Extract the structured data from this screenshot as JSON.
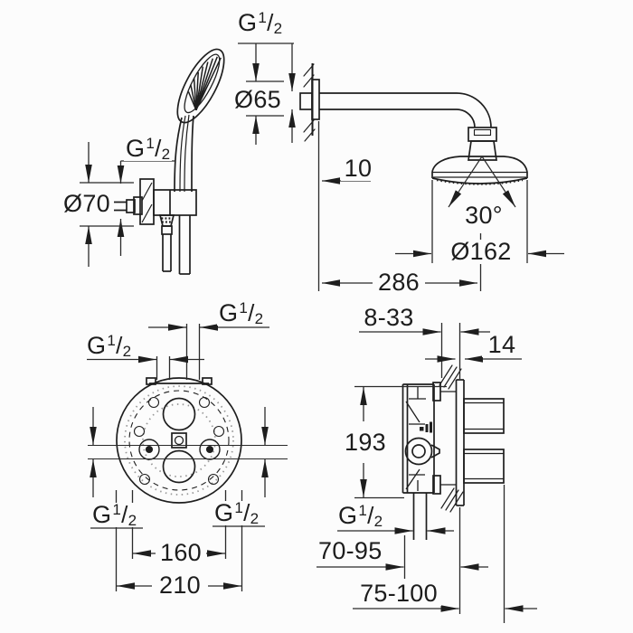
{
  "colors": {
    "line": "#1e1e1e",
    "dimension_line": "#2a2a2a",
    "background": "#fcfcfc"
  },
  "g_half": {
    "base": "G",
    "numerator": "1",
    "slash": "/",
    "denominator": "2"
  },
  "hand_shower_view": {
    "escutcheon_diameter": "Ø70"
  },
  "head_shower_view": {
    "flange_diameter": "Ø65",
    "wall_offset": "10",
    "swivel_angle": "30°",
    "head_diameter": "Ø162",
    "arm_projection": "286"
  },
  "front_view": {
    "port_spacing": "160",
    "plate_diameter": "210"
  },
  "side_view": {
    "plaster_depth_range": "8-33",
    "plate_thickness": "14",
    "body_height": "193",
    "inlet_depth_range": "70-95",
    "total_depth_range": "75-100"
  }
}
